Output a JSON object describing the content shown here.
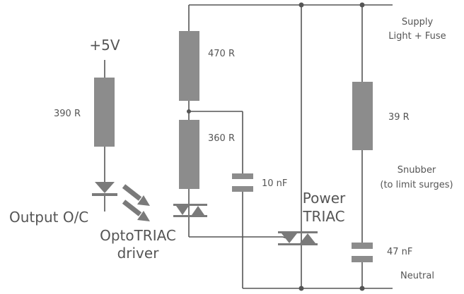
{
  "labels": {
    "plus5v": "+5V",
    "r390": "390 R",
    "r470": "470 R",
    "r360": "360 R",
    "r39": "39 R",
    "c10": "10 nF",
    "c47": "47 nF",
    "supply_line1": "Supply",
    "supply_line2": "Light + Fuse",
    "snubber_line1": "Snubber",
    "snubber_line2": "(to limit surges)",
    "power_line1": "Power",
    "power_line2": "TRIAC",
    "output": "Output O/C",
    "opto_line1": "OptoTRIAC",
    "opto_line2": "driver",
    "neutral": "Neutral"
  },
  "colors": {
    "wire": "#555555",
    "component": "#8c8c8c",
    "text": "#555555"
  }
}
